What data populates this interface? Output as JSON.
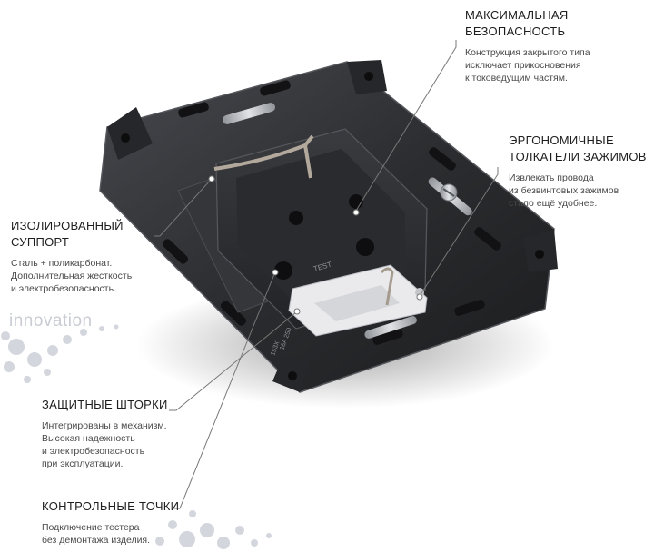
{
  "watermark": "innovation",
  "callouts": {
    "security": {
      "title_line1": "МАКСИМАЛЬНАЯ",
      "title_line2": "БЕЗОПАСНОСТЬ",
      "desc_line1": "Конструкция закрытого типа",
      "desc_line2": "исключает прикосновения",
      "desc_line3": "к токоведущим частям."
    },
    "pushers": {
      "title_line1": "ЭРГОНОМИЧНЫЕ",
      "title_line2": "ТОЛКАТЕЛИ ЗАЖИМОВ",
      "desc_line1": "Извлекать провода",
      "desc_line2": "из безвинтовых зажимов",
      "desc_line3": "стало ещё удобнее."
    },
    "support": {
      "title_line1": "ИЗОЛИРОВАННЫЙ",
      "title_line2": "СУППОРТ",
      "desc_line1": "Сталь + поликарбонат.",
      "desc_line2": "Дополнительная жесткость",
      "desc_line3": "и электробезопасность."
    },
    "shutters": {
      "title_line1": "ЗАЩИТНЫЕ ШТОРКИ",
      "desc_line1": "Интегрированы в механизм.",
      "desc_line2": "Высокая надежность",
      "desc_line3": "и электробезопасность",
      "desc_line4": "при эксплуатации."
    },
    "testpoints": {
      "title_line1": "КОНТРОЛЬНЫЕ ТОЧКИ",
      "desc_line1": "Подключение тестера",
      "desc_line2": "без демонтажа изделия."
    }
  },
  "product_markings": {
    "test_label": "TEST",
    "rating_line1": "16A 250",
    "rating_line2": "153X"
  },
  "colors": {
    "frame": "#2e2f32",
    "frame_edge": "#4a4b50",
    "metal": "#b9bcc2",
    "insert": "#e9e9ec",
    "leader_line": "#777777",
    "dot": "#d3d6dd"
  }
}
